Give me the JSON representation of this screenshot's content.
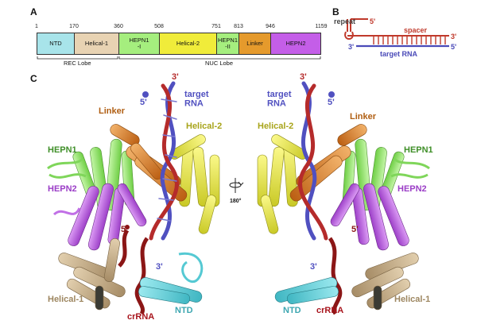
{
  "panel_a": {
    "letter": "A",
    "positions": [
      "1",
      "170",
      "360",
      "508",
      "751",
      "813",
      "946",
      "1159"
    ],
    "domains": [
      {
        "label": "NTD",
        "color": "#a8e4ea"
      },
      {
        "label": "Helical-1",
        "color": "#e8d3b3"
      },
      {
        "label": "HEPN1\n-I",
        "color": "#a5ee7e"
      },
      {
        "label": "Helical-2",
        "color": "#f0ec3a"
      },
      {
        "label": "HEPN1\n-II",
        "color": "#a5ee7e"
      },
      {
        "label": "Linker",
        "color": "#e59a2c"
      },
      {
        "label": "HEPN2",
        "color": "#c45ee8"
      }
    ],
    "lobes": {
      "rec": "REC Lobe",
      "nuc": "NUC Lobe"
    }
  },
  "panel_b": {
    "letter": "B",
    "repeat": "repeat",
    "spacer": "spacer",
    "target": "target RNA",
    "five_prime_top": "5'",
    "three_prime_top": "3'",
    "three_prime_bottom": "3'",
    "five_prime_bottom": "5'",
    "crrna_color": "#c0392b",
    "target_color": "#4a4ab8"
  },
  "panel_c": {
    "letter": "C",
    "rotation": "180°",
    "left": {
      "three_prime_top": "3'",
      "five_prime_top": "5'",
      "target_rna": "target\nRNA",
      "linker": "Linker",
      "helical2": "Helical-2",
      "hepn1": "HEPN1",
      "hepn2": "HEPN2",
      "five_prime_mid": "5'",
      "three_prime_mid": "3'",
      "helical1": "Helical-1",
      "crrna": "crRNA",
      "ntd": "NTD"
    },
    "right": {
      "three_prime_top": "3'",
      "target_rna": "target\nRNA",
      "five_prime_top": "5'",
      "helical2": "Helical-2",
      "linker": "Linker",
      "hepn1": "HEPN1",
      "hepn2": "HEPN2",
      "five_prime_mid": "5'",
      "three_prime_mid": "3'",
      "ntd": "NTD",
      "crrna": "crRNA",
      "helical1": "Helical-1"
    },
    "colors": {
      "ntd": "#4fc7d1",
      "helical1": "#b9a07c",
      "hepn1": "#93e66a",
      "helical2": "#dede3c",
      "linker": "#d9781e",
      "hepn2": "#b45ad8",
      "crrna": "#9e1a1a",
      "target": "#5050c0",
      "dark": "#404a3a"
    }
  }
}
